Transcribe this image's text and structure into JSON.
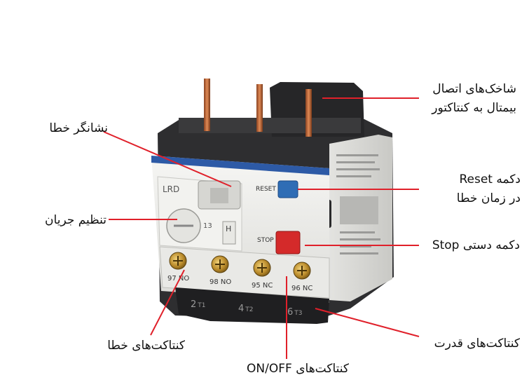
{
  "colors": {
    "leader": "#e0202a",
    "body_light": "#ececea",
    "body_dark": "#2b2b2d",
    "reset_button": "#2f6db5",
    "stop_button": "#d42a2a",
    "copper": "#c9703c",
    "brass": "#c9a23a"
  },
  "device": {
    "brand_text": "LRD",
    "reset_text": "RESET",
    "stop_text": "STOP",
    "dial_number": "13",
    "h_mark": "H",
    "aux_terminals": [
      {
        "num": "97",
        "type": "NO"
      },
      {
        "num": "98",
        "type": "NO"
      },
      {
        "num": "95",
        "type": "NC"
      },
      {
        "num": "96",
        "type": "NC"
      }
    ],
    "power_terminals": [
      {
        "num": "2",
        "sub": "T1"
      },
      {
        "num": "4",
        "sub": "T2"
      },
      {
        "num": "6",
        "sub": "T3"
      }
    ]
  },
  "labels": {
    "bimetal_pins": {
      "line1": "شاخک‌های اتصال",
      "line2": "بیمتال به کنتاکتور"
    },
    "fault_indicator": "نشانگر خطا",
    "reset_button": {
      "line1": "دکمه Reset",
      "line2": "در زمان خطا"
    },
    "current_setting": "تنظیم جریان",
    "stop_button": "دکمه دستی Stop",
    "fault_contacts": "کنتاکت‌های خطا",
    "power_contacts": "کنتاکت‌های قدرت",
    "onoff_contacts": "کنتاکت‌های ON/OFF"
  }
}
